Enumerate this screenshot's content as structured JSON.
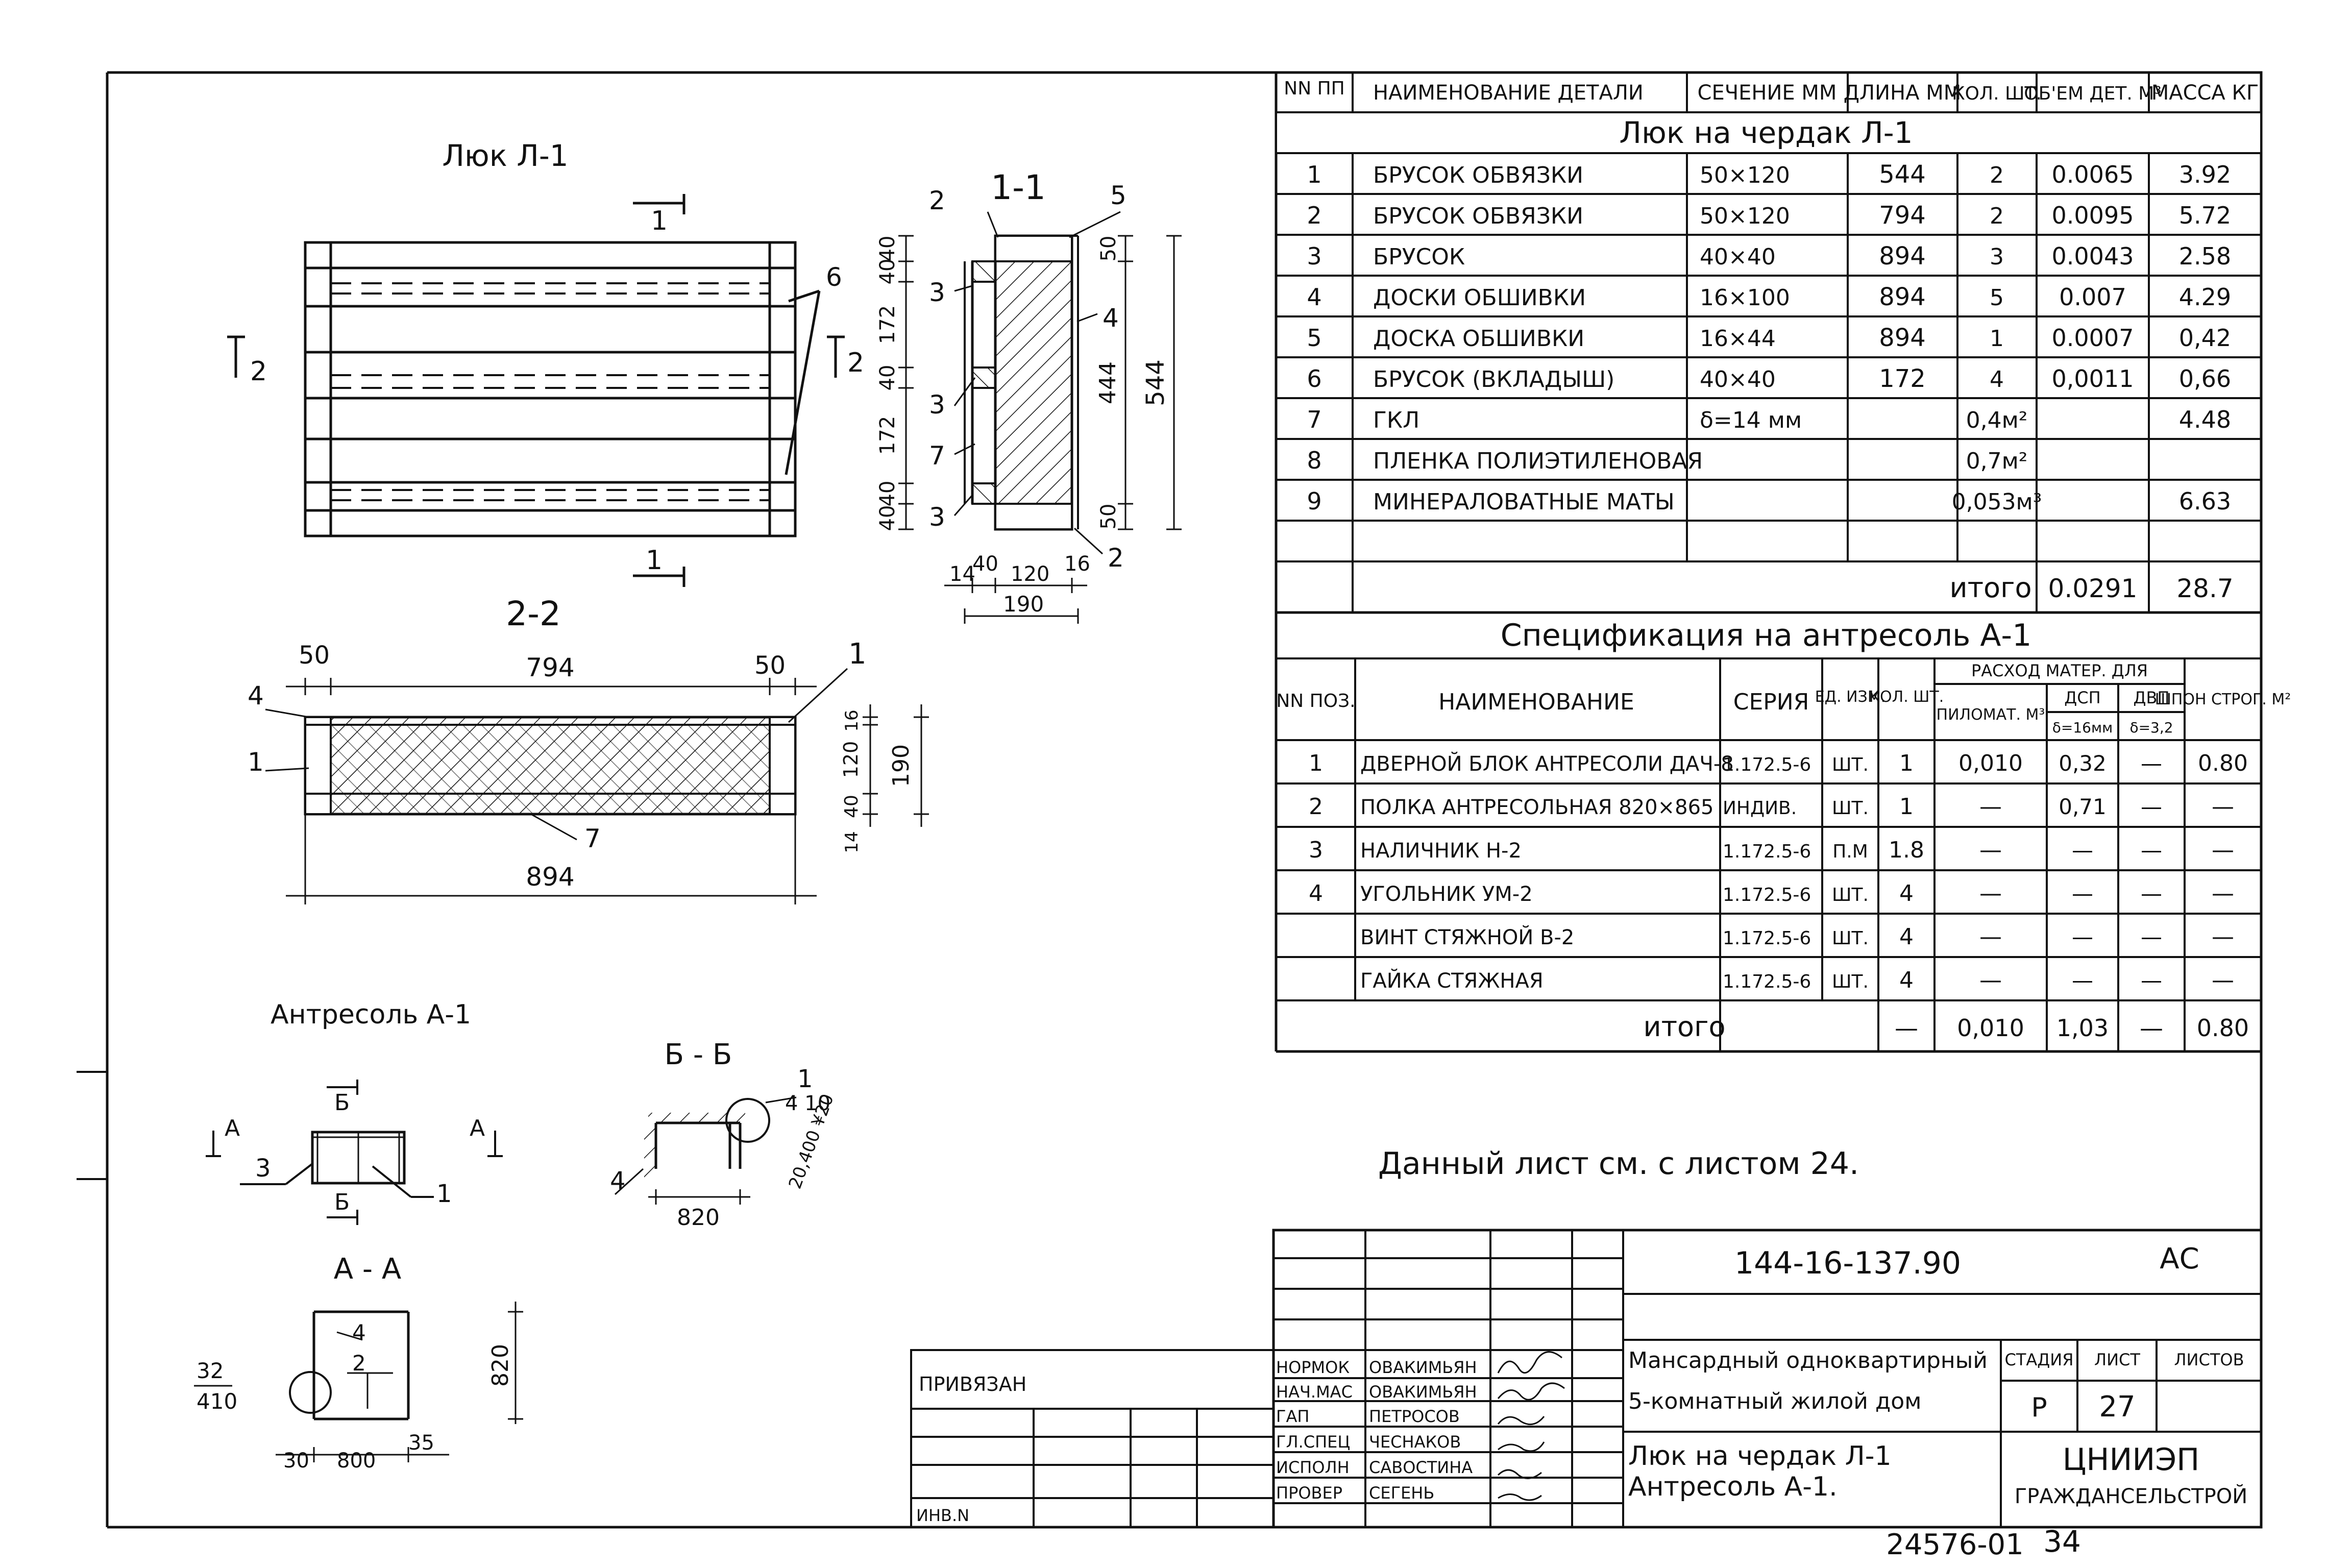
{
  "hatch": {
    "title": "Люк Л-1",
    "section_1_1": "1-1",
    "section_2_2": "2-2",
    "mark_1": "1",
    "mark_2": "2",
    "callout_6": "6",
    "c11": {
      "c2top": "2",
      "c5": "5",
      "c3a": "3",
      "c4": "4",
      "c3b": "3",
      "c7": "7",
      "c3c": "3",
      "c2bot": "2",
      "v40a": "40",
      "v40b": "40",
      "v172a": "172",
      "v40c": "40",
      "v172b": "172",
      "v40d": "40",
      "v40e": "40",
      "r50a": "50",
      "r444": "444",
      "r50b": "50",
      "r544": "544",
      "b14": "14",
      "b40": "40",
      "b120": "120",
      "b16": "16",
      "b190": "190"
    },
    "c22": {
      "d50a": "50",
      "d794": "794",
      "d50b": "50",
      "c4": "4",
      "c1a": "1",
      "c1b": "1",
      "c7": "7",
      "r16": "16",
      "r120": "120",
      "r40": "40",
      "r14": "14",
      "r190": "190",
      "d894": "894"
    }
  },
  "antresol": {
    "title": "Антресоль А-1",
    "mark_b": "Б",
    "mark_a": "А",
    "callout_3": "3",
    "callout_1": "1",
    "sec_bb": "Б - Б",
    "sec_aa": "А - А",
    "bb": {
      "c1": "1",
      "frac": "4 10",
      "side": "20,400 ¥20",
      "c4": "4",
      "d820": "820"
    },
    "aa": {
      "c4": "4",
      "c2": "2",
      "frac_top": "32",
      "frac_bot": "410",
      "d30": "30",
      "d800": "800",
      "d35": "35",
      "d820v": "820"
    }
  },
  "parts_table": {
    "headers": [
      "NN ПП",
      "НАИМЕНОВАНИЕ ДЕТАЛИ",
      "СЕЧЕНИЕ ММ",
      "ДЛИНА ММ",
      "КОЛ. ШТ.",
      "ОБ'ЕМ ДЕТ. М³",
      "МАССА КГ"
    ],
    "title": "Люк на чердак Л-1",
    "rows": [
      [
        "1",
        "БРУСОК ОБВЯЗКИ",
        "50×120",
        "544",
        "2",
        "0.0065",
        "3.92"
      ],
      [
        "2",
        "БРУСОК ОБВЯЗКИ",
        "50×120",
        "794",
        "2",
        "0.0095",
        "5.72"
      ],
      [
        "3",
        "БРУСОК",
        "40×40",
        "894",
        "3",
        "0.0043",
        "2.58"
      ],
      [
        "4",
        "ДОСКИ ОБШИВКИ",
        "16×100",
        "894",
        "5",
        "0.007",
        "4.29"
      ],
      [
        "5",
        "ДОСКА ОБШИВКИ",
        "16×44",
        "894",
        "1",
        "0.0007",
        "0,42"
      ],
      [
        "6",
        "БРУСОК (ВКЛАДЫШ)",
        "40×40",
        "172",
        "4",
        "0,0011",
        "0,66"
      ],
      [
        "7",
        "ГКЛ",
        "δ=14 мм",
        "",
        "0,4м²",
        "",
        "4.48"
      ],
      [
        "8",
        "ПЛЕНКА ПОЛИЭТИЛЕНОВАЯ",
        "",
        "",
        "0,7м²",
        "",
        ""
      ],
      [
        "9",
        "МИНЕРАЛОВАТНЫЕ МАТЫ",
        "",
        "",
        "0,053м³",
        "",
        "6.63"
      ]
    ],
    "total_label": "итого",
    "total_volume": "0.0291",
    "total_mass": "28.7"
  },
  "spec_table": {
    "title": "Спецификация на антресоль А-1",
    "h_pos": "NN ПОЗ.",
    "h_name": "НАИМЕНОВАНИЕ",
    "h_series": "СЕРИЯ",
    "h_unit": "ЕД. ИЗМ.",
    "h_qty": "КОЛ. ШТ.",
    "h_group": "РАСХОД МАТЕР. ДЛЯ",
    "h_lumber": "ПИЛОМАТ. М³",
    "h_dsp": "ДСП",
    "h_dsp_sub": "δ=16мм",
    "h_dvp": "ДВП",
    "h_dvp_sub": "δ=3,2",
    "h_veneer": "ШПОН СТРОГ. М²",
    "rows": [
      [
        "1",
        "ДВЕРНОЙ БЛОК АНТРЕСОЛИ ДАЧ-8",
        "1.172.5-6",
        "ШТ.",
        "1",
        "0,010",
        "0,32",
        "—",
        "0.80"
      ],
      [
        "2",
        "ПОЛКА АНТРЕСОЛЬНАЯ 820×865",
        "ИНДИВ.",
        "ШТ.",
        "1",
        "—",
        "0,71",
        "—",
        "—"
      ],
      [
        "3",
        "НАЛИЧНИК Н-2",
        "1.172.5-6",
        "П.М",
        "1.8",
        "—",
        "—",
        "—",
        "—"
      ],
      [
        "4",
        "УГОЛЬНИК УМ-2",
        "1.172.5-6",
        "ШТ.",
        "4",
        "—",
        "—",
        "—",
        "—"
      ],
      [
        "",
        "ВИНТ СТЯЖНОЙ В-2",
        "1.172.5-6",
        "ШТ.",
        "4",
        "—",
        "—",
        "—",
        "—"
      ],
      [
        "",
        "ГАЙКА СТЯЖНАЯ",
        "1.172.5-6",
        "ШТ.",
        "4",
        "—",
        "—",
        "—",
        "—"
      ]
    ],
    "total_label": "итого",
    "total": [
      "—",
      "0,010",
      "1,03",
      "—",
      "0.80"
    ]
  },
  "note": "Данный лист см. с листом 24.",
  "title_block": {
    "code": "144-16-137.90",
    "mark": "АС",
    "tied_label": "ПРИВЯЗАН",
    "inv_label": "ИНВ.N",
    "roles": [
      "НОРМОК",
      "НАЧ.МАС",
      "ГАП",
      "ГЛ.СПЕЦ",
      "ИСПОЛН",
      "ПРОВЕР"
    ],
    "names": [
      "ОВАКИМЬЯН",
      "ОВАКИМЬЯН",
      "ПЕТРОСОВ",
      "ЧЕСНАКОВ",
      "САВОСТИНА",
      "СЕГЕНЬ"
    ],
    "project_line1": "Мансардный одноквартирный",
    "project_line2": "5-комнатный жилой дом",
    "sheet_title_line1": "Люк на чердак Л-1",
    "sheet_title_line2": "Антресоль А-1.",
    "stage_label": "СТАДИЯ",
    "sheet_label": "ЛИСТ",
    "sheets_label": "ЛИСТОВ",
    "stage": "Р",
    "sheet": "27",
    "org_line1": "ЦНИИЭП",
    "org_line2": "ГРАЖДАНСЕЛЬСТРОЙ"
  },
  "archive_number": "24576-01",
  "page_number": "34"
}
